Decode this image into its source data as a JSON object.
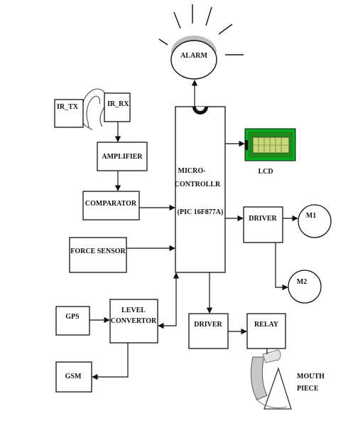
{
  "diagram": {
    "blocks": {
      "ir_tx": "IR_TX",
      "ir_rx": "IR_RX",
      "amplifier": "AMPLIFIER",
      "comparator": "COMPARATOR",
      "force_sensor": "FORCE SENSOR",
      "gps": "GPS",
      "gsm": "GSM",
      "level_convertor_line1": "LEVEL",
      "level_convertor_line2": "CONVERTOR",
      "microcontroller_line1": "MICRO-",
      "microcontroller_line2": "CONTROLLR",
      "microcontroller_line3": "(PIC 16F877A)",
      "driver_motor": "DRIVER",
      "driver_relay": "DRIVER",
      "relay": "RELAY",
      "alarm": "ALARM",
      "lcd": "LCD",
      "motor_1": "M1",
      "motor_2": "M2",
      "mouth_piece_line1": "MOUTH",
      "mouth_piece_line2": "PIECE"
    },
    "colors": {
      "line": "#111111",
      "lcd_frame": "#00b020",
      "lcd_screen": "#c8d87a",
      "alarm_glow": "#bdbdbd"
    },
    "icons": [
      "ear-icon",
      "alarm-bell-icon",
      "lcd-module-icon",
      "mouth-piece-icon",
      "motor-icon"
    ]
  }
}
